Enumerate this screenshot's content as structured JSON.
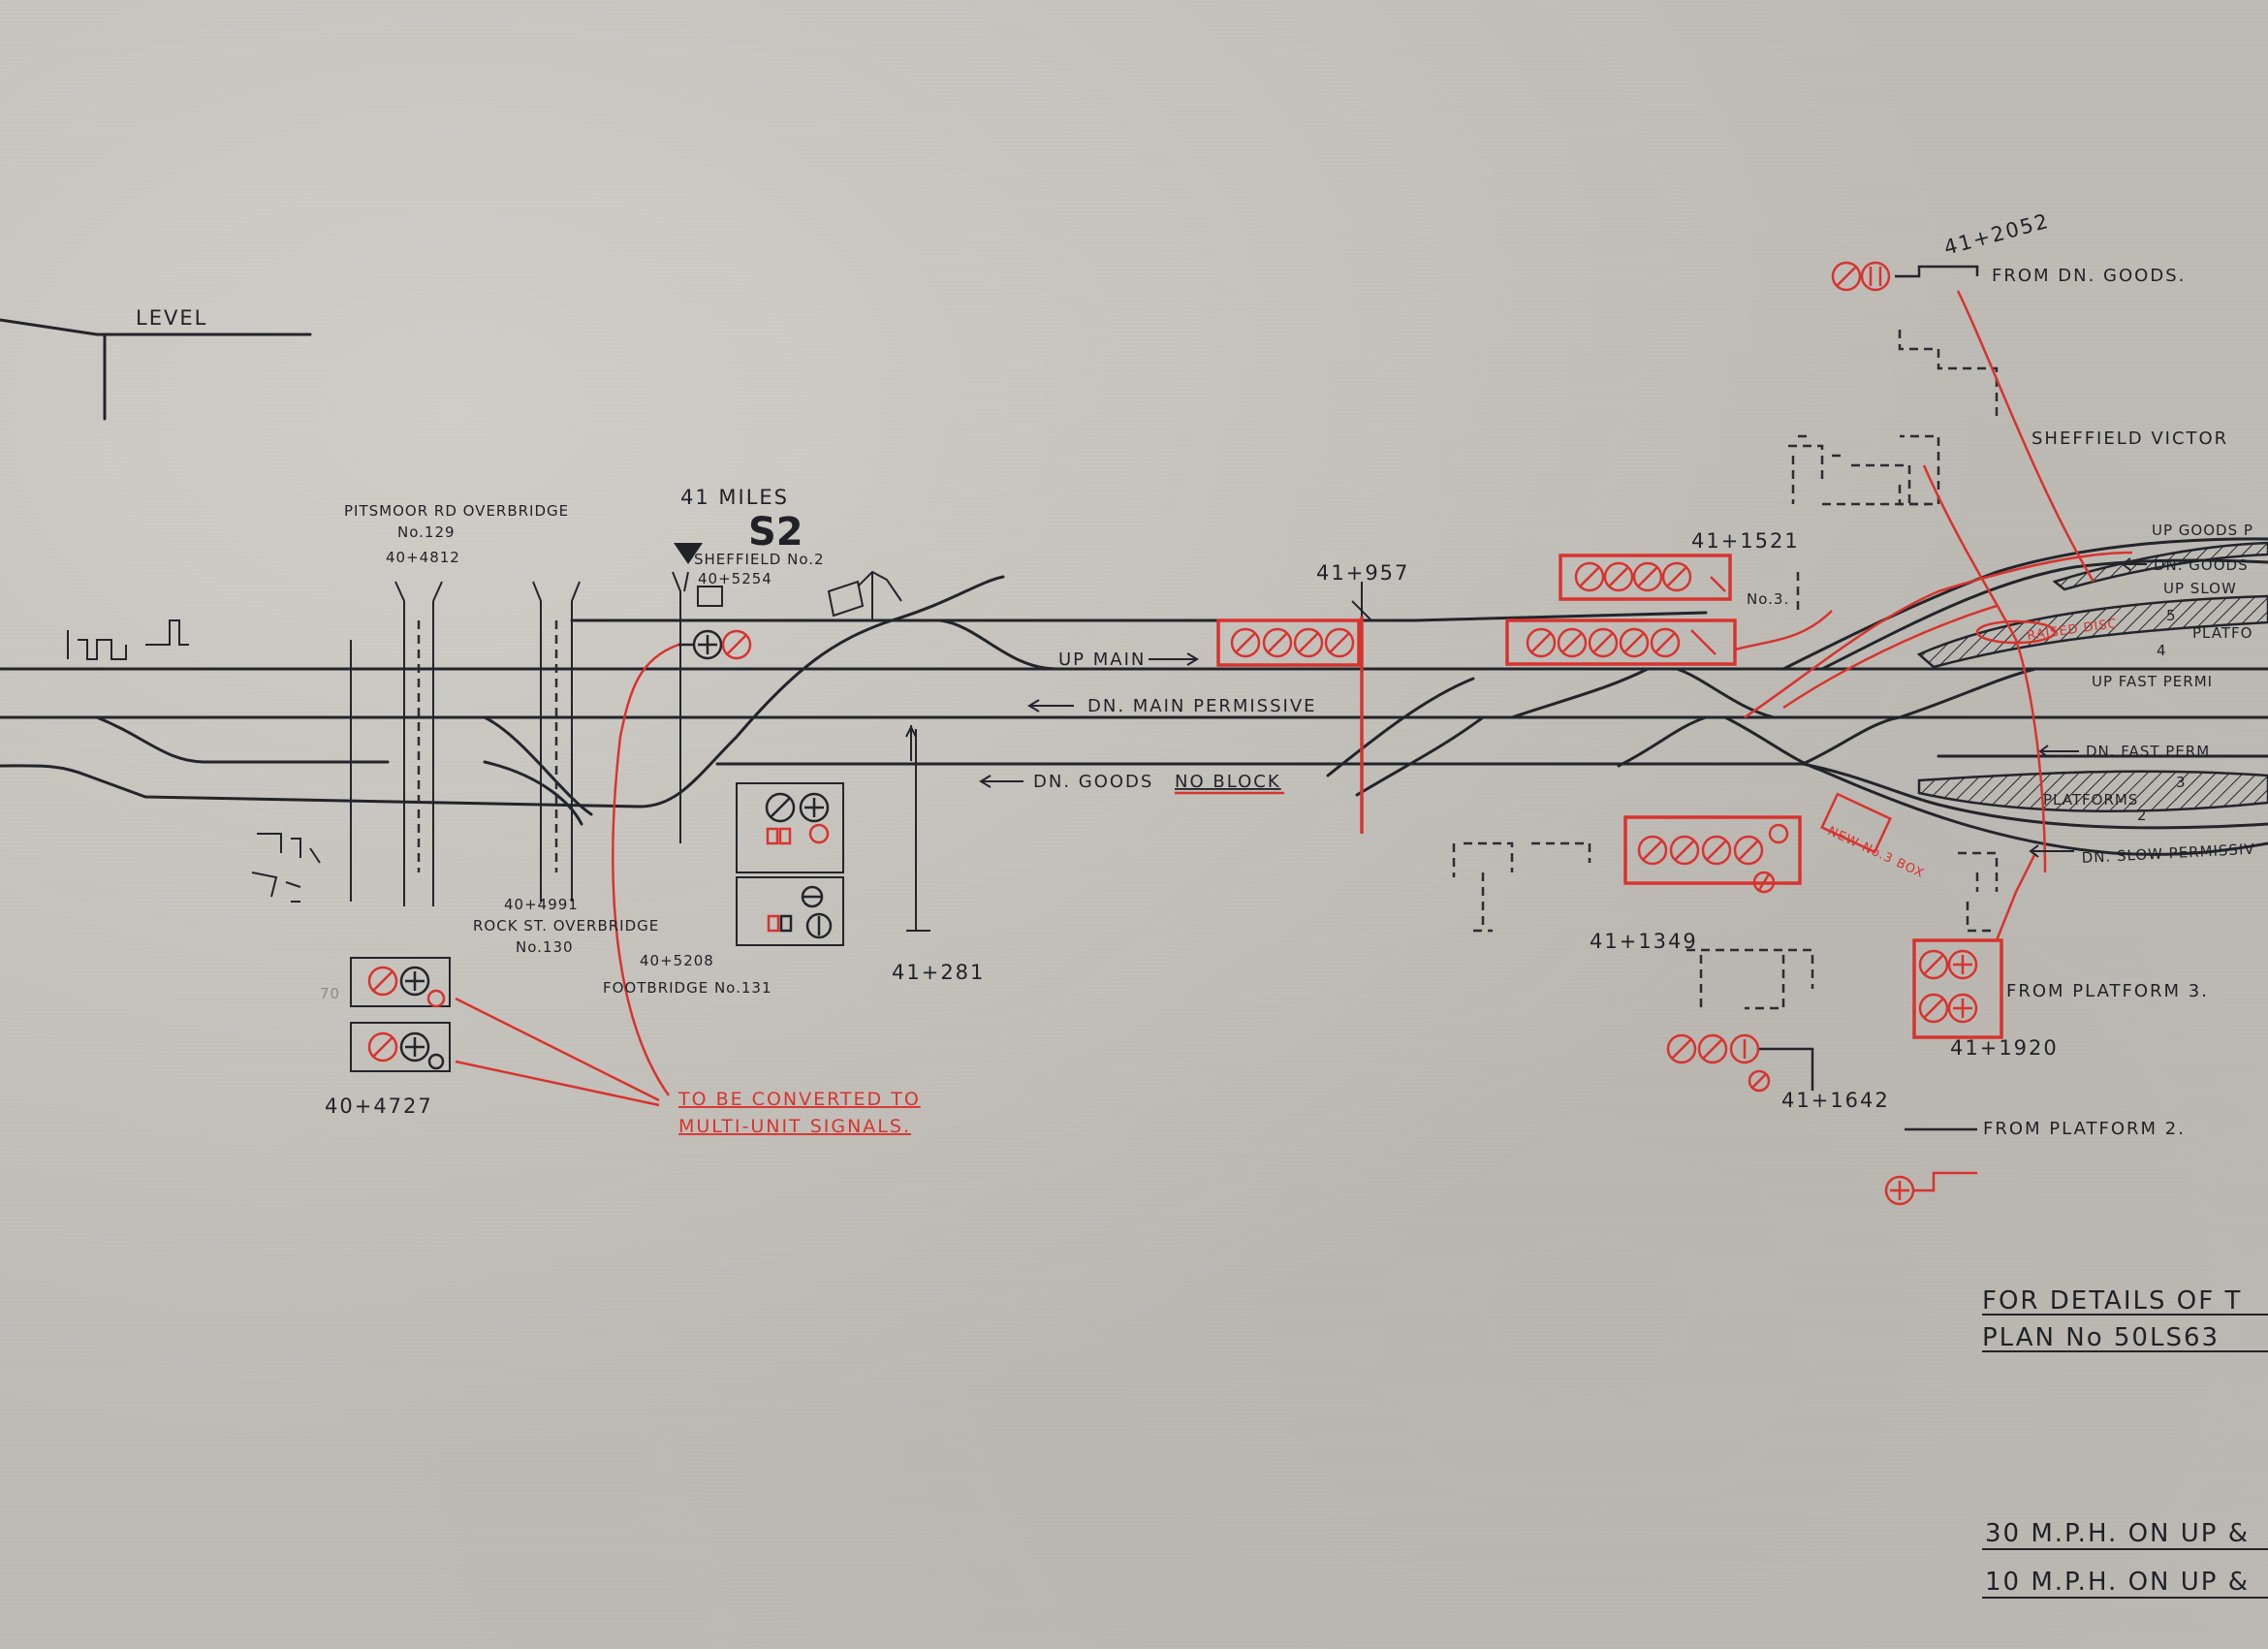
{
  "labels": {
    "level": "LEVEL",
    "pitsmoor_bridge": "PITSMOOR RD OVERBRIDGE",
    "pitsmoor_no": "No.129",
    "pitsmoor_km": "40+4812",
    "miles": "41 MILES",
    "box_code": "S2",
    "box_name": "SHEFFIELD No.2",
    "box_km": "40+5254",
    "rock_km": "40+4991",
    "rock_bridge": "ROCK ST. OVERBRIDGE",
    "rock_no": "No.130",
    "foot_km": "40+5208",
    "foot_bridge": "FOOTBRIDGE No.131",
    "km_281": "41+281",
    "km_4727": "40+4727",
    "convert_1": "TO BE CONVERTED TO",
    "convert_2": "MULTI-UNIT SIGNALS.",
    "up_main": "UP MAIN",
    "dn_main": "DN. MAIN PERMISSIVE",
    "dn_goods": "DN. GOODS",
    "no_block": "NO BLOCK",
    "km_957": "41+957",
    "km_1521": "41+1521",
    "no3": "No.3.",
    "km_2052": "41+2052",
    "from_dn_goods": "FROM DN. GOODS.",
    "sheffield": "SHEFFIELD VICTOR",
    "up_goods": "UP GOODS P",
    "dn_goods_r": "DN. GOODS",
    "up_slow": "UP SLOW",
    "platfo": "PLATFO",
    "raised_disc": "RAISED DISC",
    "up_fast": "UP FAST PERMI",
    "dn_fast": "DN. FAST PERM",
    "platforms": "PLATFORMS",
    "dn_slow": "DN. SLOW PERMISSIV",
    "new_box": "NEW No.3 BOX",
    "km_1349": "41+1349",
    "km_1642": "41+1642",
    "km_1920": "41+1920",
    "from_p3": "FROM PLATFORM 3.",
    "from_p2": "FROM PLATFORM 2.",
    "details_1": "FOR DETAILS OF T",
    "details_2": "PLAN No 50LS63",
    "speed_1": "30 M.P.H. ON UP &",
    "speed_2": "10 M.P.H. ON UP &",
    "plat_num_3": "3",
    "plat_num_2": "2",
    "plat_num_5": "5",
    "plat_num_4": "4",
    "pencil_note": "70"
  }
}
